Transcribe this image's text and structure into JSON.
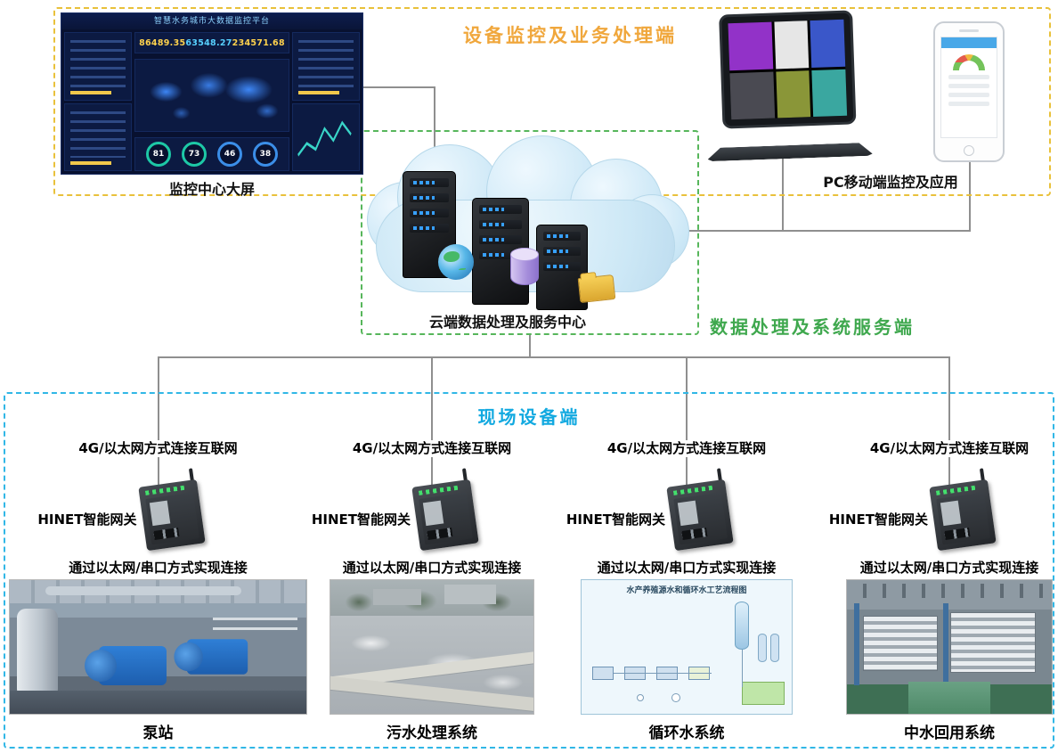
{
  "zones": {
    "monitoring": {
      "title": "设备监控及业务处理端",
      "dashboard_label": "监控中心大屏",
      "pc_label": "PC移动端监控及应用"
    },
    "cloud": {
      "center_label": "云端数据处理及服务中心",
      "side_label": "数据处理及系统服务端"
    },
    "field": {
      "title": "现场设备端"
    }
  },
  "dashboard": {
    "title": "智慧水务城市大数据监控平台",
    "stats": [
      "86489.35",
      "63548.27",
      "234571.68"
    ],
    "gauges": [
      "81",
      "73",
      "46",
      "38"
    ]
  },
  "columns": [
    {
      "net_label": "4G/以太网方式连接互联网",
      "gateway_label": "HINET智能网关",
      "conn_label": "通过以太网/串口方式实现连接",
      "system_name": "泵站"
    },
    {
      "net_label": "4G/以太网方式连接互联网",
      "gateway_label": "HINET智能网关",
      "conn_label": "通过以太网/串口方式实现连接",
      "system_name": "污水处理系统"
    },
    {
      "net_label": "4G/以太网方式连接互联网",
      "gateway_label": "HINET智能网关",
      "conn_label": "通过以太网/串口方式实现连接",
      "system_name": "循环水系统",
      "photo_caption": "水产养殖源水和循环水工艺流程图"
    },
    {
      "net_label": "4G/以太网方式连接互联网",
      "gateway_label": "HINET智能网关",
      "conn_label": "通过以太网/串口方式实现连接",
      "system_name": "中水回用系统"
    }
  ]
}
